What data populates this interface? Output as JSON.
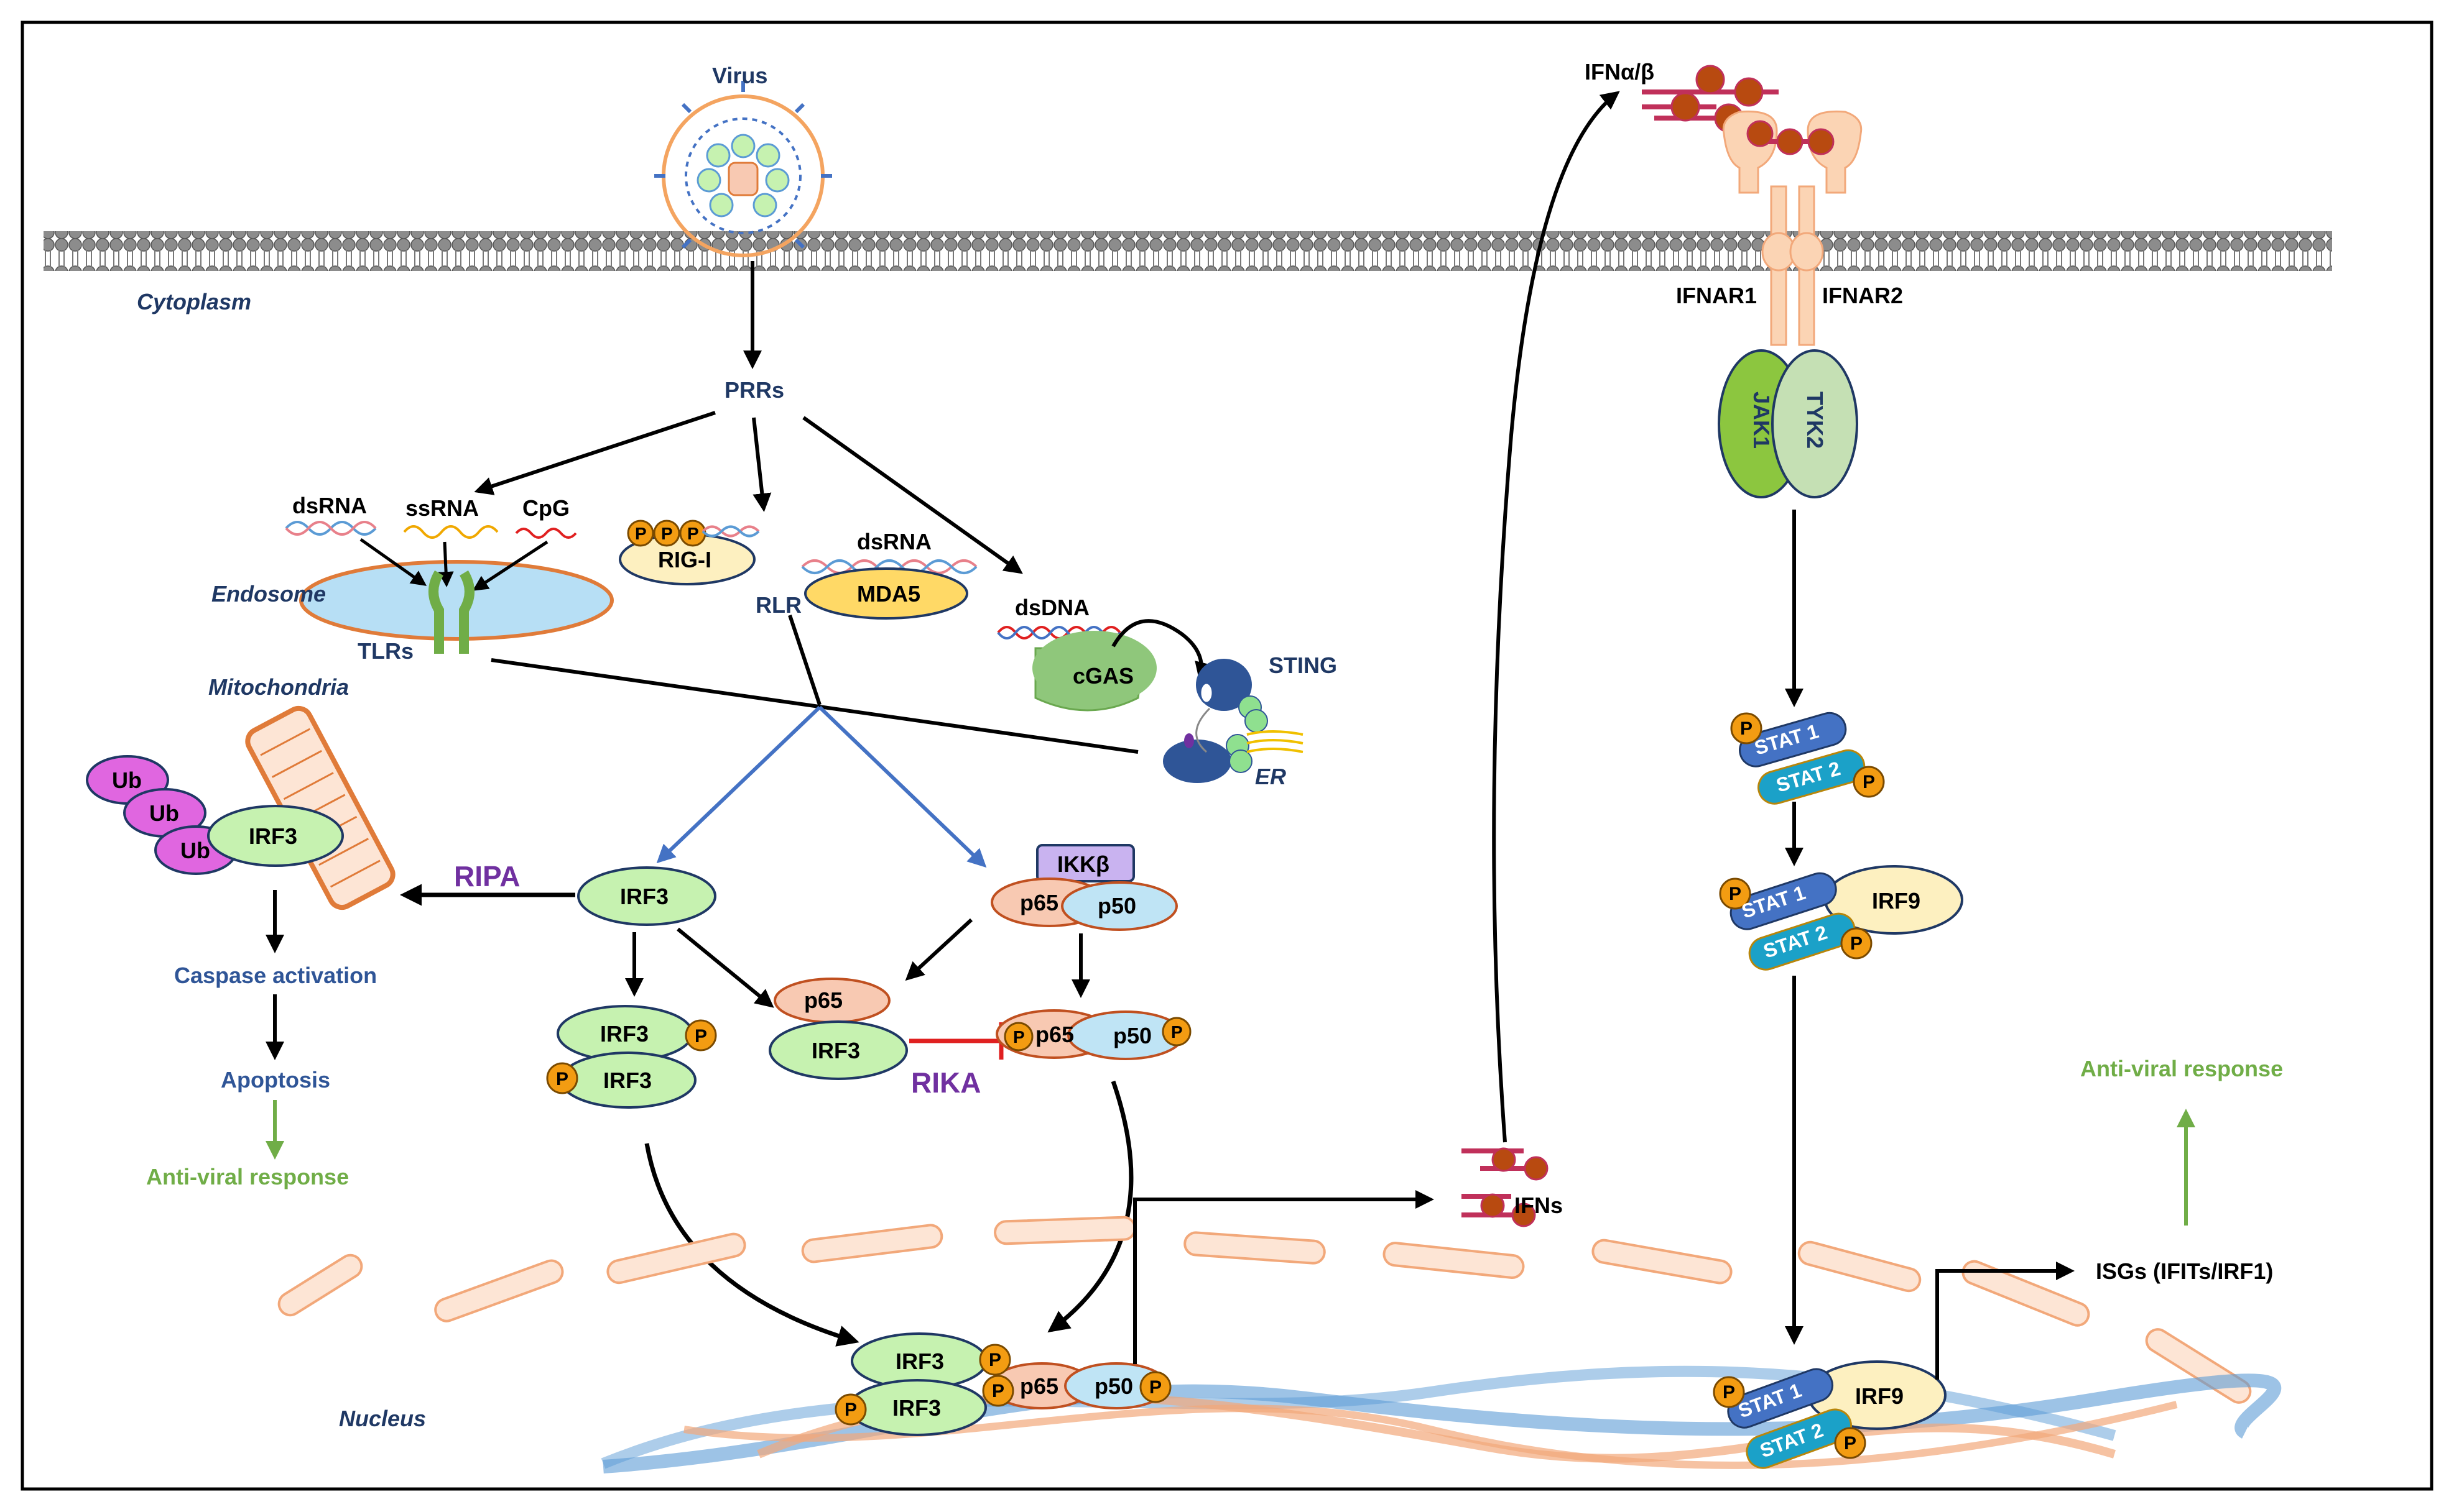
{
  "labels": {
    "virus": "Virus",
    "cytoplasm": "Cytoplasm",
    "prrs": "PRRs",
    "ds_rna_endo": "dsRNA",
    "ss_rna": "ssRNA",
    "cpg": "CpG",
    "endosome": "Endosome",
    "tlrs": "TLRs",
    "rig_i": "RIG-I",
    "rlr": "RLR",
    "ds_rna_mda": "dsRNA",
    "mda5": "MDA5",
    "ds_dna": "dsDNA",
    "cgas": "cGAS",
    "sting": "STING",
    "er": "ER",
    "mitochondria": "Mitochondria",
    "ub": "Ub",
    "irf3": "IRF3",
    "ripa": "RIPA",
    "rika": "RIKA",
    "ikkb": "IKKβ",
    "p65": "p65",
    "p50": "p50",
    "p": "P",
    "caspase": "Caspase activation",
    "apoptosis": "Apoptosis",
    "antiviral_left": "Anti-viral response",
    "antiviral_right": "Anti-viral response",
    "nucleus": "Nucleus",
    "ifns": "IFNs",
    "ifn_ab": "IFNα/β",
    "ifnar1": "IFNAR1",
    "ifnar2": "IFNAR2",
    "jak1": "JAK1",
    "tyk2": "TYK2",
    "stat1": "STAT 1",
    "stat2": "STAT 2",
    "irf9": "IRF9",
    "isgs": "ISGs (IFITs/IRF1)"
  },
  "colors": {
    "navy_text": "#1f3864",
    "green_text": "#70ad47",
    "purple_text": "#7030a0",
    "irf3_fill": "#c6f2b0",
    "p65_fill": "#f8c9b2",
    "p50_fill": "#bfe4f5",
    "phospho": "#f39c12",
    "ub_fill": "#e066e0",
    "irf9_fill": "#fdf0c0",
    "stat1_fill": "#4472c4",
    "stat2_fill": "#1ba1c8",
    "inhibit_line": "#e02020",
    "blue_arrow": "#4472c4"
  }
}
